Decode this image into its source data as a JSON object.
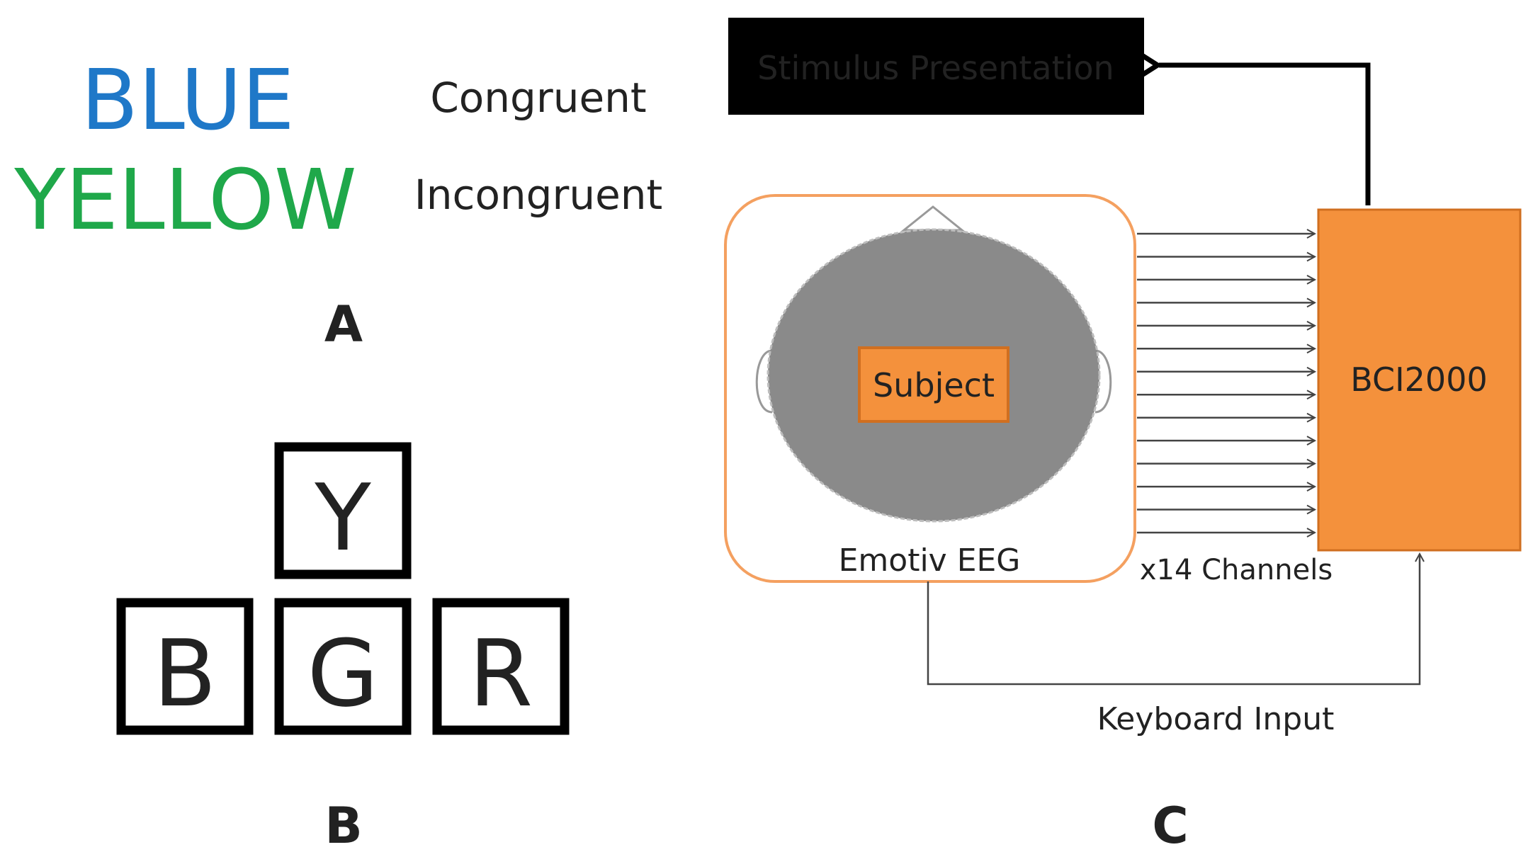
{
  "panel_a": {
    "congruent_word": "BLUE",
    "congruent_label": "Congruent",
    "incongruent_word": "YELLOW",
    "incongruent_label": "Incongruent",
    "panel_label": "A"
  },
  "panel_b": {
    "keys": [
      "Y",
      "B",
      "G",
      "R"
    ],
    "panel_label": "B"
  },
  "panel_c": {
    "stimulus_label": "Stimulus Presentation",
    "subject_label": "Subject",
    "eeg_label": "Emotiv EEG",
    "bci_label": "BCI2000",
    "channels_label": "x14 Channels",
    "keyboard_label": "Keyboard Input",
    "panel_label": "C",
    "channel_count": 14
  },
  "colors": {
    "blue_word": "#1f78c8",
    "green_word": "#1fa84a",
    "orange": "#f4913c",
    "head_gray": "#8a8a8a",
    "black": "#000000"
  }
}
